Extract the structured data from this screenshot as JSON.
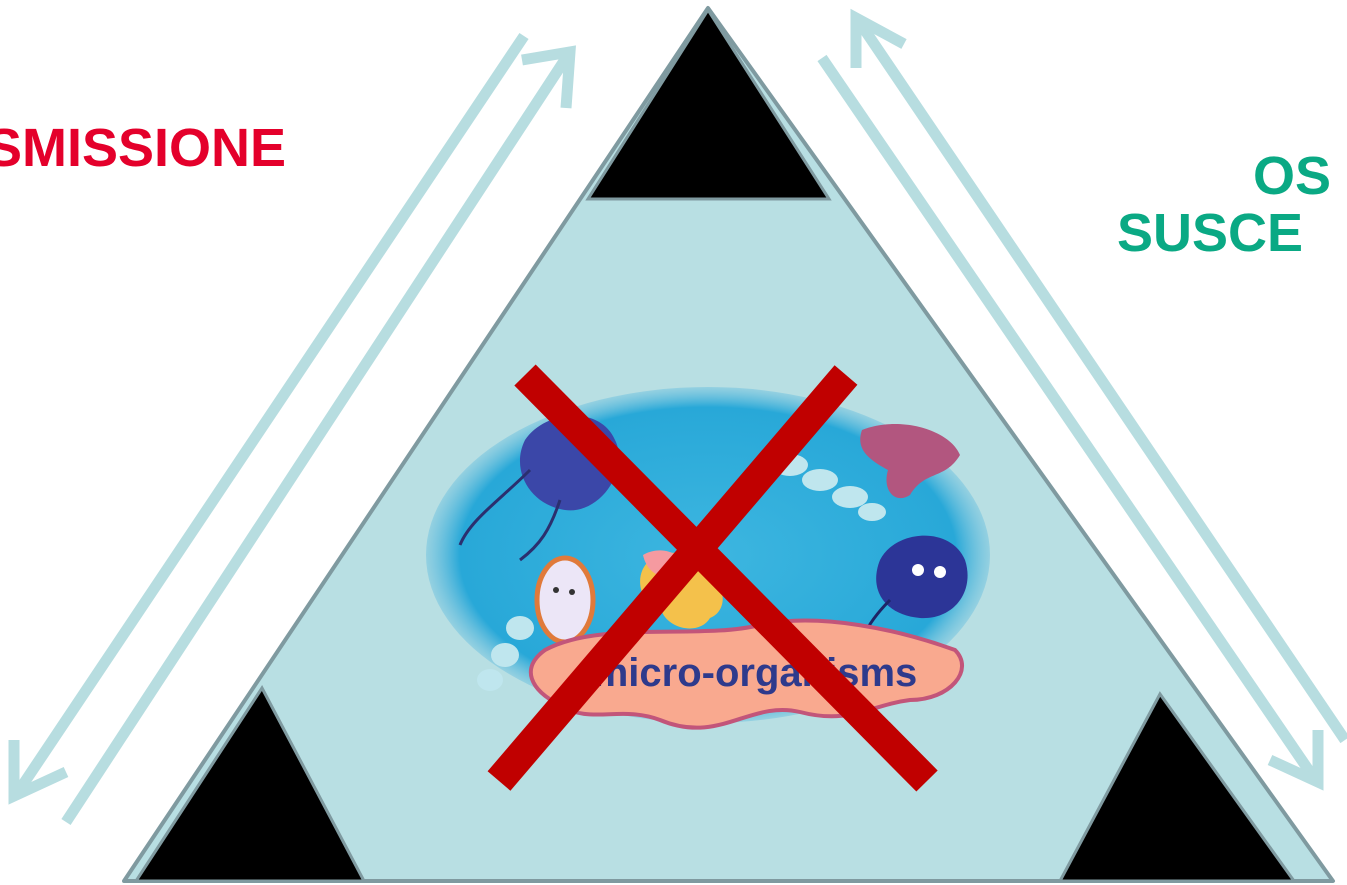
{
  "labels": {
    "left": "SMISSIONE",
    "right_line1": "OS",
    "right_line2": "SUSCE",
    "center": "micro-organisms"
  },
  "colors": {
    "left_label": "#e4002b",
    "right_label": "#0aa984",
    "triangle_fill": "#b8dfe3",
    "triangle_edge": "#7f9aa0",
    "corners": "#000000",
    "arrows": "#b7dde0",
    "cross": "#c00000",
    "blob": "#2aa9d8",
    "banner": "#f9a98f"
  },
  "icons": {
    "cross": "red-x-cross-icon",
    "microbes": "microorganisms-illustration"
  }
}
